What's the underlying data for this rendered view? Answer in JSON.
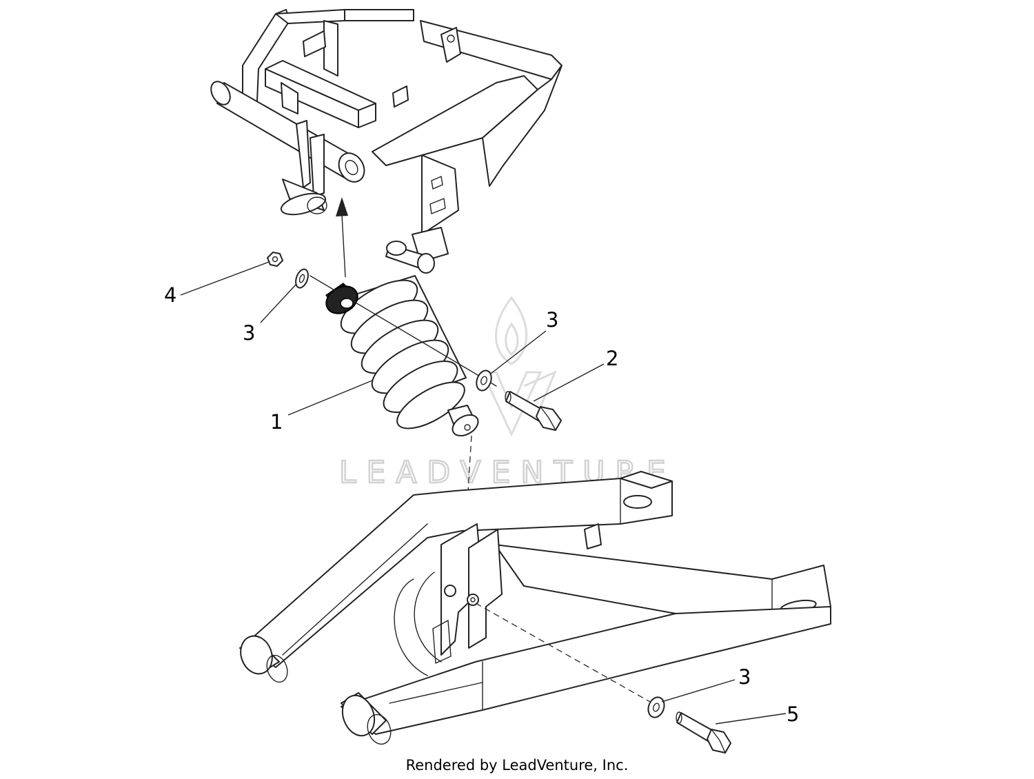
{
  "callouts": [
    {
      "id": "nut",
      "label": "4"
    },
    {
      "id": "washer-top",
      "label": "3"
    },
    {
      "id": "washer-mid",
      "label": "3"
    },
    {
      "id": "bolt-top",
      "label": "2"
    },
    {
      "id": "shock",
      "label": "1"
    },
    {
      "id": "washer-bottom",
      "label": "3"
    },
    {
      "id": "bolt-bottom",
      "label": "5"
    }
  ],
  "watermark": "LEADVENTURE",
  "credit": "Rendered by LeadVenture, Inc."
}
